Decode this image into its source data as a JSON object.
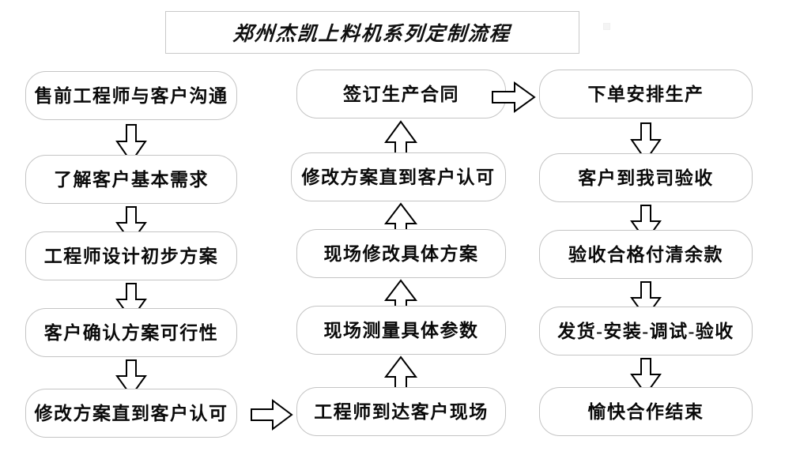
{
  "title": {
    "text": "郑州杰凯上料机系列定制流程"
  },
  "columns": {
    "left": {
      "name": "pre-sales-column",
      "nodes": [
        {
          "id": "l1",
          "label": "售前工程师与客户沟通"
        },
        {
          "id": "l2",
          "label": "了解客户基本需求"
        },
        {
          "id": "l3",
          "label": "工程师设计初步方案"
        },
        {
          "id": "l4",
          "label": "客户确认方案可行性"
        },
        {
          "id": "l5",
          "label": "修改方案直到客户认可"
        }
      ]
    },
    "middle": {
      "name": "on-site-column",
      "nodes": [
        {
          "id": "m1",
          "label": "签订生产合同"
        },
        {
          "id": "m2",
          "label": "修改方案直到客户认可"
        },
        {
          "id": "m3",
          "label": "现场修改具体方案"
        },
        {
          "id": "m4",
          "label": "现场测量具体参数"
        },
        {
          "id": "m5",
          "label": "工程师到达客户现场"
        }
      ]
    },
    "right": {
      "name": "production-column",
      "nodes": [
        {
          "id": "r1",
          "label": "下单安排生产"
        },
        {
          "id": "r2",
          "label": "客户到我司验收"
        },
        {
          "id": "r3",
          "label": "验收合格付清余款"
        },
        {
          "id": "r4",
          "label": "发货-安装-调试-验收"
        },
        {
          "id": "r5",
          "label": "愉快合作结束"
        }
      ]
    }
  },
  "connectors": [
    {
      "id": "cl1",
      "icon": "arrow-down-icon",
      "direction": "down",
      "from": "l1",
      "to": "l2"
    },
    {
      "id": "cl2",
      "icon": "arrow-down-icon",
      "direction": "down",
      "from": "l2",
      "to": "l3"
    },
    {
      "id": "cl3",
      "icon": "arrow-down-icon",
      "direction": "down",
      "from": "l3",
      "to": "l4"
    },
    {
      "id": "cl4",
      "icon": "arrow-down-icon",
      "direction": "down",
      "from": "l4",
      "to": "l5"
    },
    {
      "id": "ch1",
      "icon": "arrow-right-icon",
      "direction": "right",
      "from": "l5",
      "to": "m5"
    },
    {
      "id": "cm1",
      "icon": "arrow-up-icon",
      "direction": "up",
      "from": "m5",
      "to": "m4"
    },
    {
      "id": "cm2",
      "icon": "arrow-up-icon",
      "direction": "up",
      "from": "m4",
      "to": "m3"
    },
    {
      "id": "cm3",
      "icon": "arrow-up-icon",
      "direction": "up",
      "from": "m3",
      "to": "m2"
    },
    {
      "id": "cm4",
      "icon": "arrow-up-icon",
      "direction": "up",
      "from": "m2",
      "to": "m1"
    },
    {
      "id": "ch2",
      "icon": "arrow-right-icon",
      "direction": "right",
      "from": "m1",
      "to": "r1"
    },
    {
      "id": "cr1",
      "icon": "arrow-down-icon",
      "direction": "down",
      "from": "r1",
      "to": "r2"
    },
    {
      "id": "cr2",
      "icon": "arrow-down-icon",
      "direction": "down",
      "from": "r2",
      "to": "r3"
    },
    {
      "id": "cr3",
      "icon": "arrow-down-icon",
      "direction": "down",
      "from": "r3",
      "to": "r4"
    },
    {
      "id": "cr4",
      "icon": "arrow-down-icon",
      "direction": "down",
      "from": "r4",
      "to": "r5"
    }
  ],
  "colors": {
    "background": "#ffffff",
    "node_border": "#c4c4c4",
    "title_border": "#c9c9c9",
    "text": "#0a0a0a",
    "arrow_stroke": "#000000",
    "arrow_fill": "#ffffff"
  }
}
